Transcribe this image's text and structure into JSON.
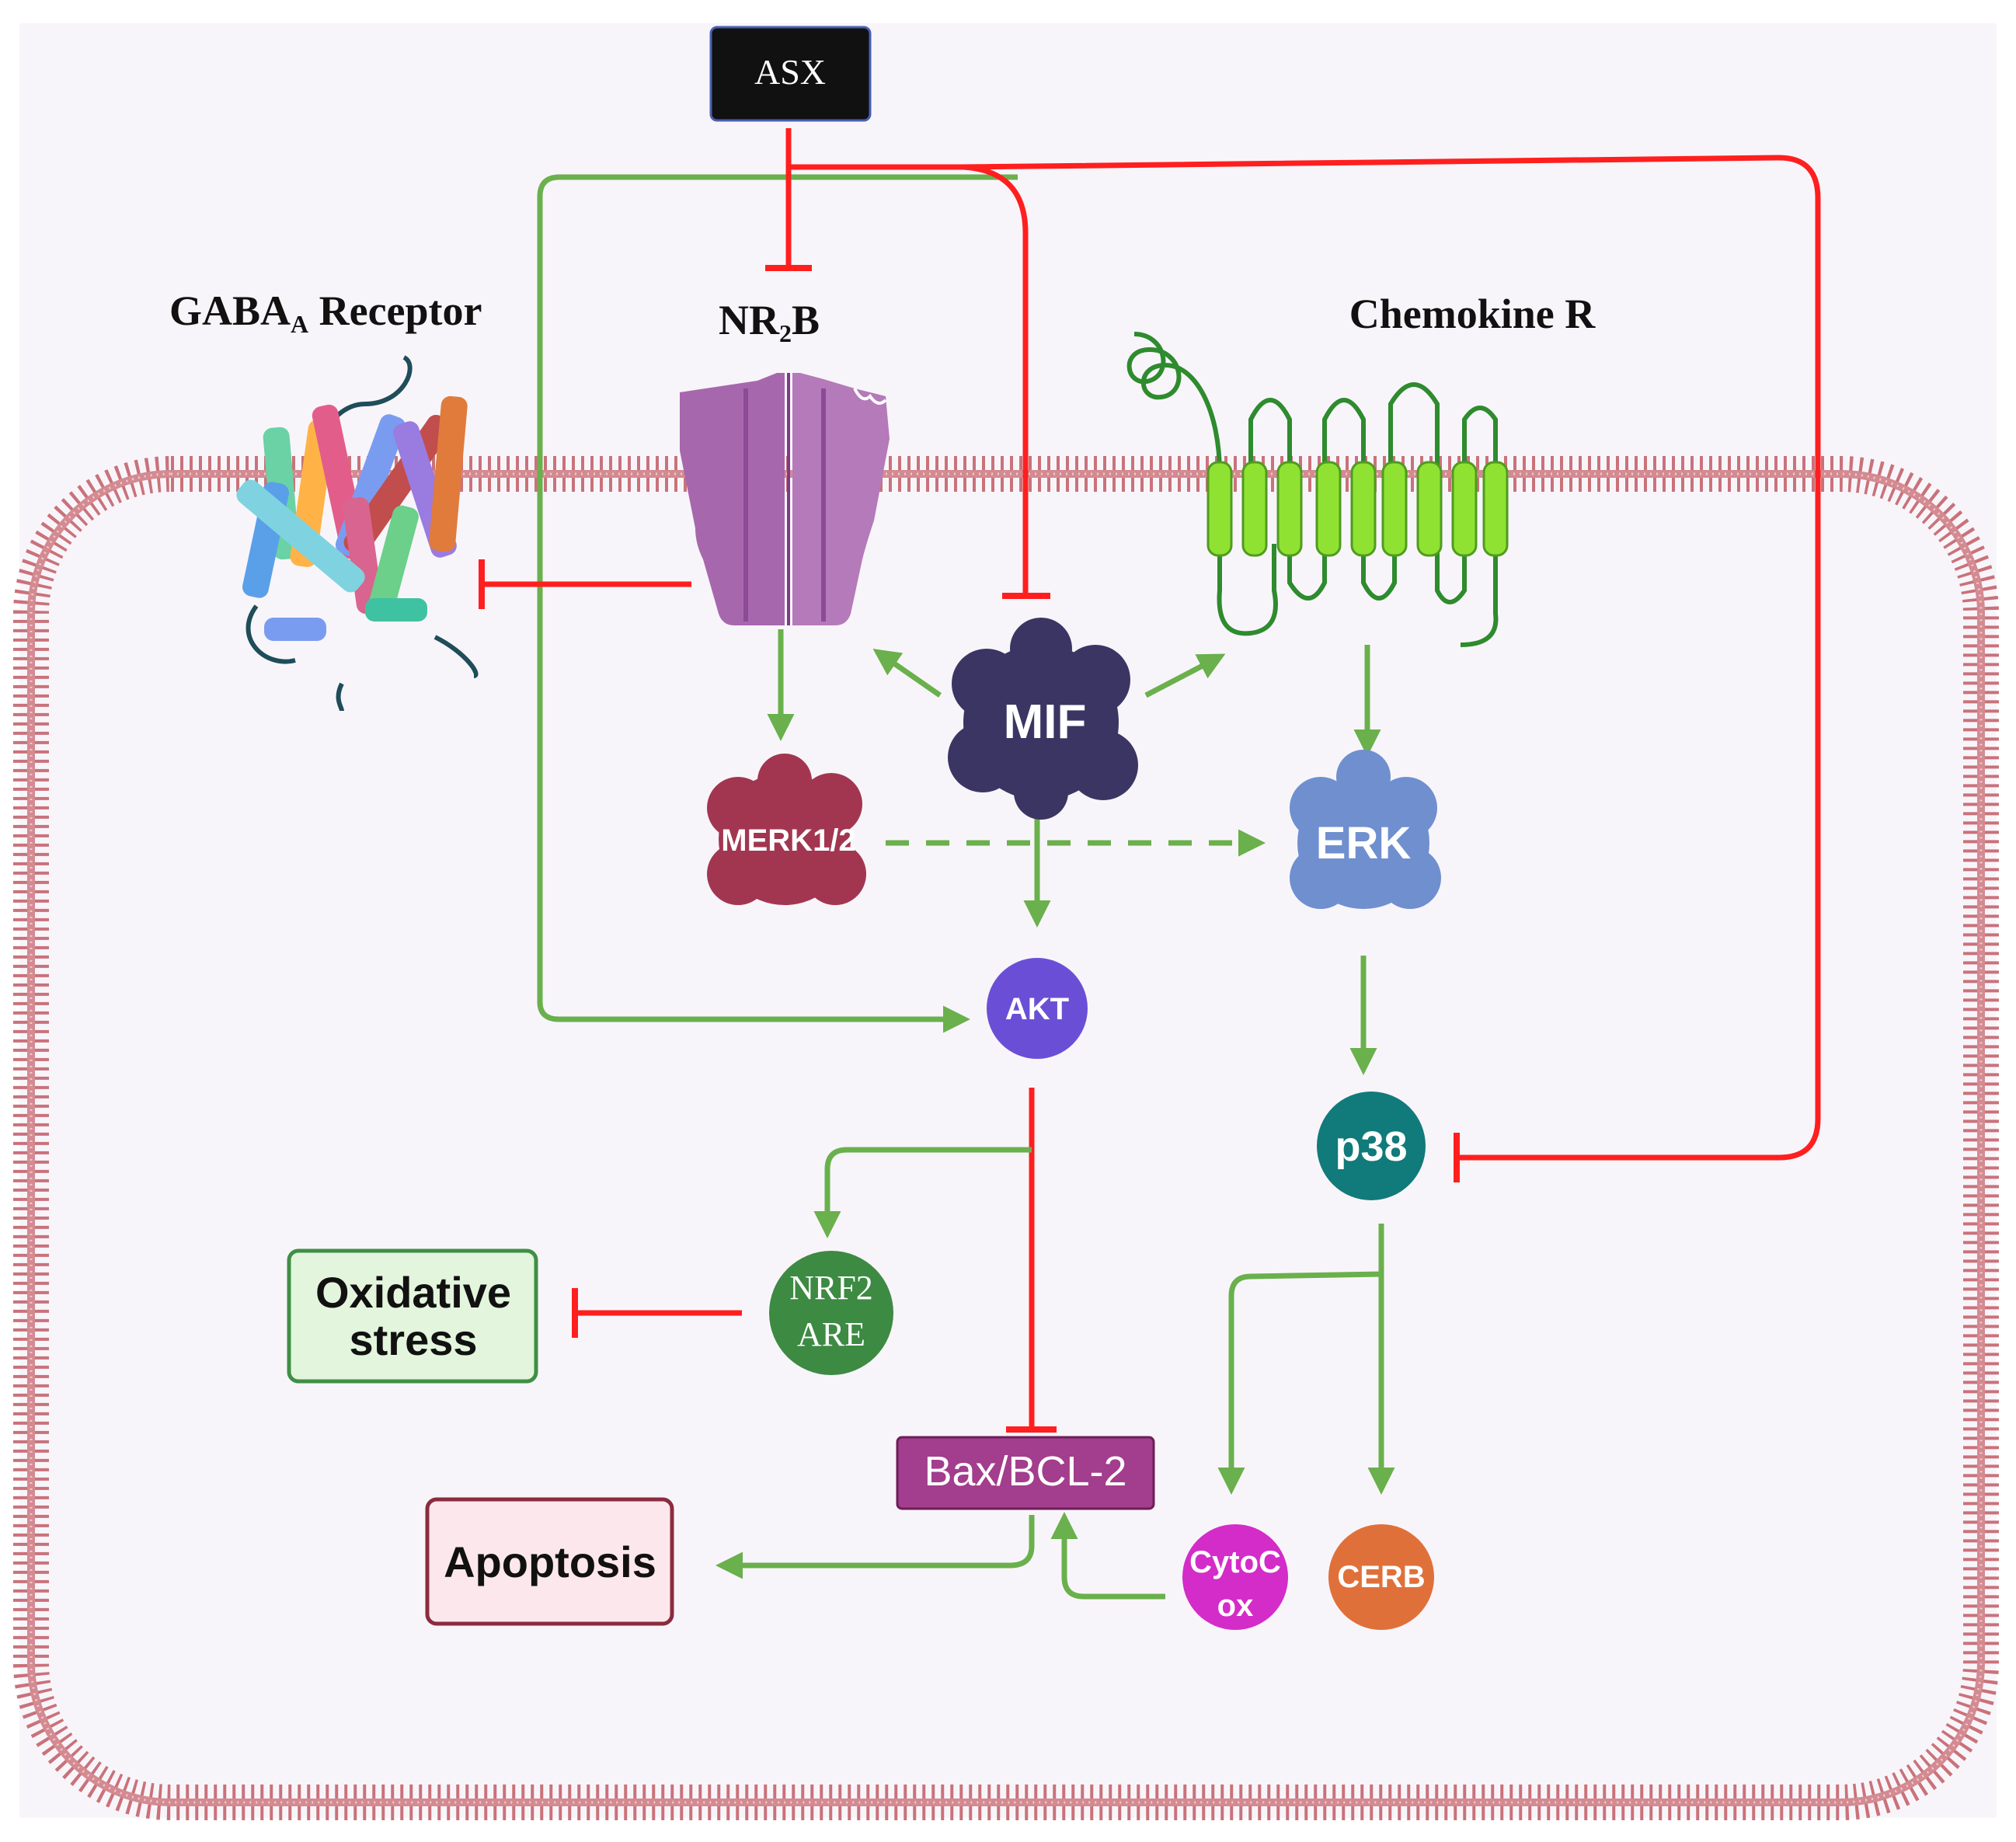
{
  "stimulus": {
    "label": "ASX"
  },
  "receptors": {
    "gaba": {
      "label_main": "GABA",
      "label_sub": "A",
      "label_tail": " Receptor"
    },
    "nr2b": {
      "label_main": "NR",
      "label_sub": "2",
      "label_tail": "B"
    },
    "chemokine": {
      "label": "Chemokine R"
    }
  },
  "nodes": {
    "mif": "MIF",
    "merk": "MERK1/2",
    "erk": "ERK",
    "akt": "AKT",
    "p38": "p38",
    "nrf2_line1": "NRF2",
    "nrf2_line2": "ARE",
    "cytoc_line1": "CytoC",
    "cytoc_line2": "ox",
    "cerb": "CERB"
  },
  "boxes": {
    "oxidative_line1": "Oxidative",
    "oxidative_line2": "stress",
    "baxbcl2": "Bax/BCL-2",
    "apoptosis": "Apoptosis"
  },
  "colors": {
    "activation": "#6ab04c",
    "inhibition": "#ff1f1f",
    "cell_membrane": "#c9727a",
    "cell_interior": "#fbf8fc",
    "asx_box": "#111111",
    "mif": "#3b3563",
    "merk": "#a23650",
    "erk": "#6f8fcf",
    "akt": "#6a4fd6",
    "p38": "#117a7a",
    "nrf2": "#3d8a43",
    "cytoc": "#d32cc9",
    "cerb": "#e0703a",
    "oxidative_fill": "#e3f5dc",
    "oxidative_border": "#3f8f45",
    "bax_fill": "#a33d8d",
    "apoptosis_fill": "#fbe7ec",
    "apoptosis_border": "#8b2b3f",
    "nr2b": "#a767ad",
    "chemokine_fill": "#8fe232",
    "chemokine_line": "#2e8b2e"
  }
}
